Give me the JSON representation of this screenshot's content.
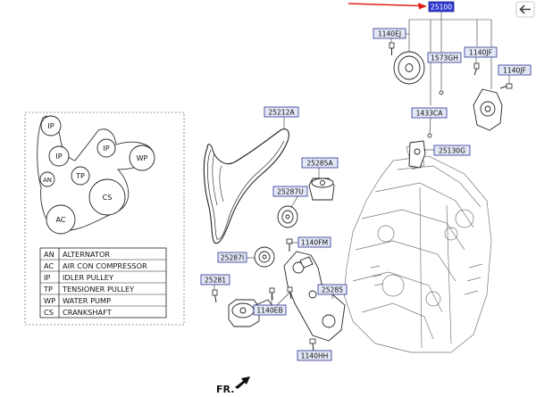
{
  "toolbar": {
    "back_icon": "back-arrow-icon"
  },
  "callouts": {
    "c25100": "25100",
    "c1140EJ": "1140EJ",
    "c1573GH": "1573GH",
    "c1140JF_a": "1140JF",
    "c1140JF_b": "1140JF",
    "c1433CA": "1433CA",
    "c25130G": "25130G",
    "c25212A": "25212A",
    "c25285A": "25285A",
    "c25287U": "25287U",
    "c1140FM": "1140FM",
    "c25287I": "25287I",
    "c25281": "25281",
    "c25285": "25285",
    "c1140EB": "1140EB",
    "c1140HH": "1140HH"
  },
  "belt_diagram": {
    "pulleys": {
      "ip_top": "IP",
      "ip_mid": "IP",
      "ip_left": "IP",
      "wp": "WP",
      "an": "AN",
      "tp": "TP",
      "cs": "CS",
      "ac": "AC"
    },
    "legend": [
      {
        "code": "AN",
        "name": "ALTERNATOR"
      },
      {
        "code": "AC",
        "name": "AIR CON COMPRESSOR"
      },
      {
        "code": "IP",
        "name": "IDLER PULLEY"
      },
      {
        "code": "TP",
        "name": "TENSIONER PULLEY"
      },
      {
        "code": "WP",
        "name": "WATER PUMP"
      },
      {
        "code": "CS",
        "name": "CRANKSHAFT"
      }
    ]
  },
  "front_indicator": "FR.",
  "colors": {
    "highlight_arrow": "#e0201b",
    "callout_fill": "#e3e8f6",
    "callout_stroke": "#2a2f8f",
    "selected_fill": "#2f3bd1"
  }
}
